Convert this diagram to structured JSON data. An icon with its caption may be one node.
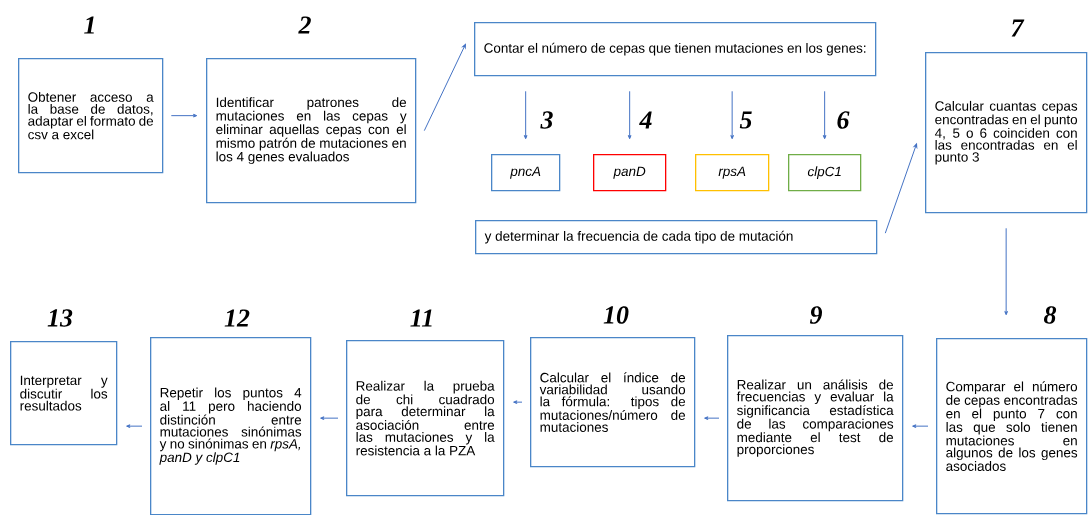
{
  "diagram": {
    "nodes": [
      {
        "text": [
          "1",
          "Obtener acceso a la base de datos, adaptar el formato de csv a excel"
        ]
      },
      {
        "text": [
          "2",
          "Identificar patrones de mutaciones en las cepas y eliminar aquellas cepas con el mismo patrón de mutaciones en los 4 genes evaluados"
        ]
      },
      {
        "text": [
          "Contar el número de cepas que tienen mutaciones en los genes:"
        ]
      },
      {
        "text": [
          "3",
          "pncA"
        ]
      },
      {
        "text": [
          "4",
          "panD"
        ]
      },
      {
        "text": [
          "5",
          "rpsA"
        ]
      },
      {
        "text": [
          "6",
          "clpC1"
        ]
      },
      {
        "text": [
          "y determinar la frecuencia de cada tipo de mutación"
        ]
      },
      {
        "text": [
          "7",
          "Calcular cuantas cepas encontradas en el punto 4, 5 o 6 coinciden con las encontradas en el punto 3"
        ]
      },
      {
        "text": [
          "8",
          "Comparar el número de cepas encontradas en el punto 7 con las que solo tienen mutaciones en algunos de los genes asociados"
        ]
      },
      {
        "text": [
          "9",
          "Realizar un análisis de frecuencias y evaluar la significancia estadística de las comparaciones mediante el test de proporciones"
        ]
      },
      {
        "text": [
          "10",
          "Calcular el índice de variabilidad usando la fórmula: tipos de mutaciones/número de mutaciones"
        ]
      },
      {
        "text": [
          "11",
          "Realizar la prueba de chi cuadrado para determinar la asociación entre las mutaciones y la resistencia a la PZA"
        ]
      },
      {
        "text": [
          "12",
          "Repetir los puntos 4 al 11 pero haciendo distinción entre mutaciones sinónimas y no sinónimas en *rpsA, panD y clpC1*"
        ]
      },
      {
        "text": [
          "13",
          "Interpretar y discutir los resultados"
        ]
      }
    ],
    "edges": [
      {
        "from": 0,
        "to": 1,
        "arrow": "to"
      },
      {
        "from": 1,
        "to": 2,
        "arrow": "to"
      },
      {
        "from": 2,
        "to": 3,
        "arrow": "to"
      },
      {
        "from": 2,
        "to": 4,
        "arrow": "to"
      },
      {
        "from": 2,
        "to": 5,
        "arrow": "to"
      },
      {
        "from": 2,
        "to": 6,
        "arrow": "to"
      },
      {
        "from": 7,
        "to": 8,
        "arrow": "to"
      },
      {
        "from": 8,
        "to": 9,
        "arrow": "to"
      },
      {
        "from": 9,
        "to": 10,
        "arrow": "to"
      },
      {
        "from": 10,
        "to": 11,
        "arrow": "to"
      },
      {
        "from": 11,
        "to": 12,
        "arrow": "to"
      },
      {
        "from": 12,
        "to": 13,
        "arrow": "to"
      },
      {
        "from": 13,
        "to": 14,
        "arrow": "to"
      }
    ]
  }
}
